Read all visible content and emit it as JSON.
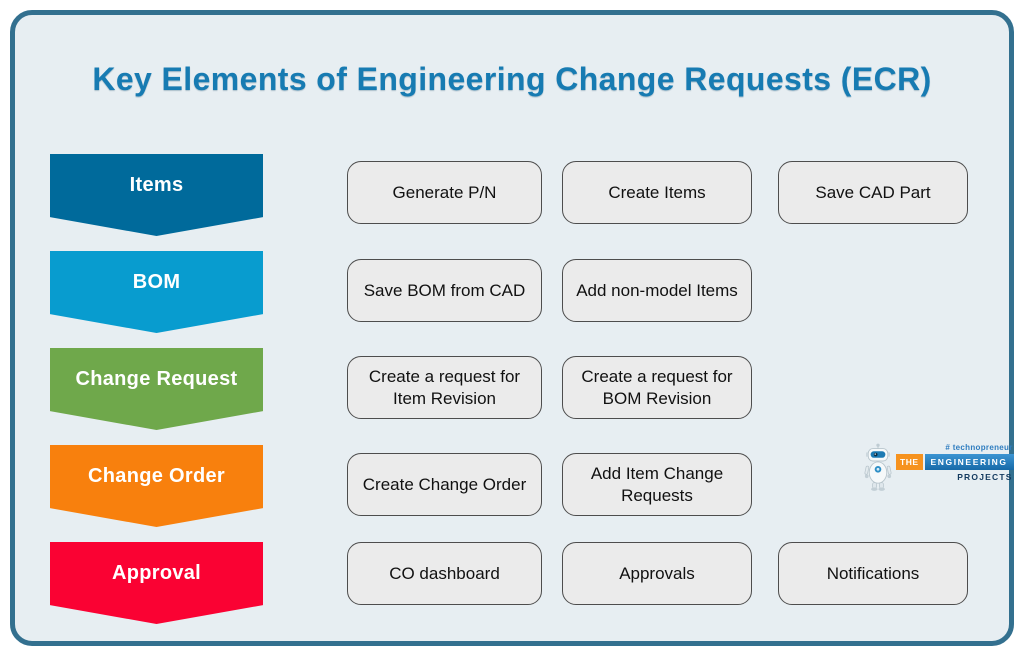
{
  "title": "Key Elements of Engineering Change Requests (ECR)",
  "colors": {
    "card_border": "#33708f",
    "card_bg": "#e7eef2",
    "title_text": "#177bb2",
    "task_bg": "#ebebeb",
    "task_border": "#4d4d4d",
    "stage_items": "#006a9b",
    "stage_bom": "#089ccf",
    "stage_change_request": "#6fa84b",
    "stage_change_order": "#f8800d",
    "stage_approval": "#fa0233",
    "logo_orange": "#f6921e",
    "logo_blue": "#2a7fc1"
  },
  "stages": [
    {
      "label": "Items",
      "color": "#006a9b",
      "tasks": [
        "Generate P/N",
        "Create Items",
        "Save CAD Part"
      ]
    },
    {
      "label": "BOM",
      "color": "#089ccf",
      "tasks": [
        "Save BOM from CAD",
        "Add non-model Items"
      ]
    },
    {
      "label": "Change Request",
      "color": "#6fa84b",
      "tasks": [
        "Create a request for Item Revision",
        "Create a request for BOM Revision"
      ]
    },
    {
      "label": "Change Order",
      "color": "#f8800d",
      "tasks": [
        "Create Change Order",
        "Add Item Change Requests"
      ]
    },
    {
      "label": "Approval",
      "color": "#fa0233",
      "tasks": [
        "CO dashboard",
        "Approvals",
        "Notifications"
      ]
    }
  ],
  "logo": {
    "hashtag": "# technopreneur",
    "word_the": "THE",
    "word_engineering": "ENGINEERING",
    "word_projects": "PROJECTS",
    "mascot": "robot-mascot-icon"
  }
}
